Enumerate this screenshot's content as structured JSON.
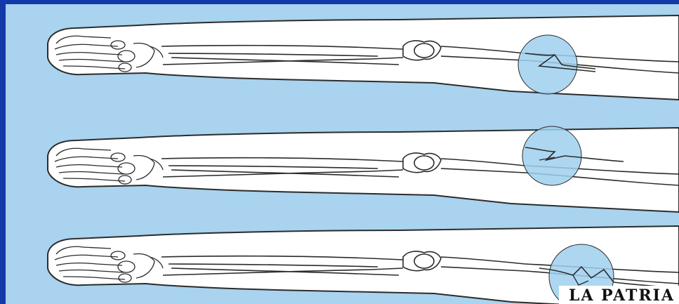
{
  "credit": {
    "text": "LA PATRIA"
  },
  "colors": {
    "border": "#123aa8",
    "background": "#a9d3ef",
    "skin": "#ffffff",
    "outline": "#2b2b2b",
    "highlight": "#9fd0ee"
  },
  "panels": [
    {
      "name": "leg-fracture-1"
    },
    {
      "name": "leg-fracture-2"
    },
    {
      "name": "leg-fracture-3"
    }
  ]
}
